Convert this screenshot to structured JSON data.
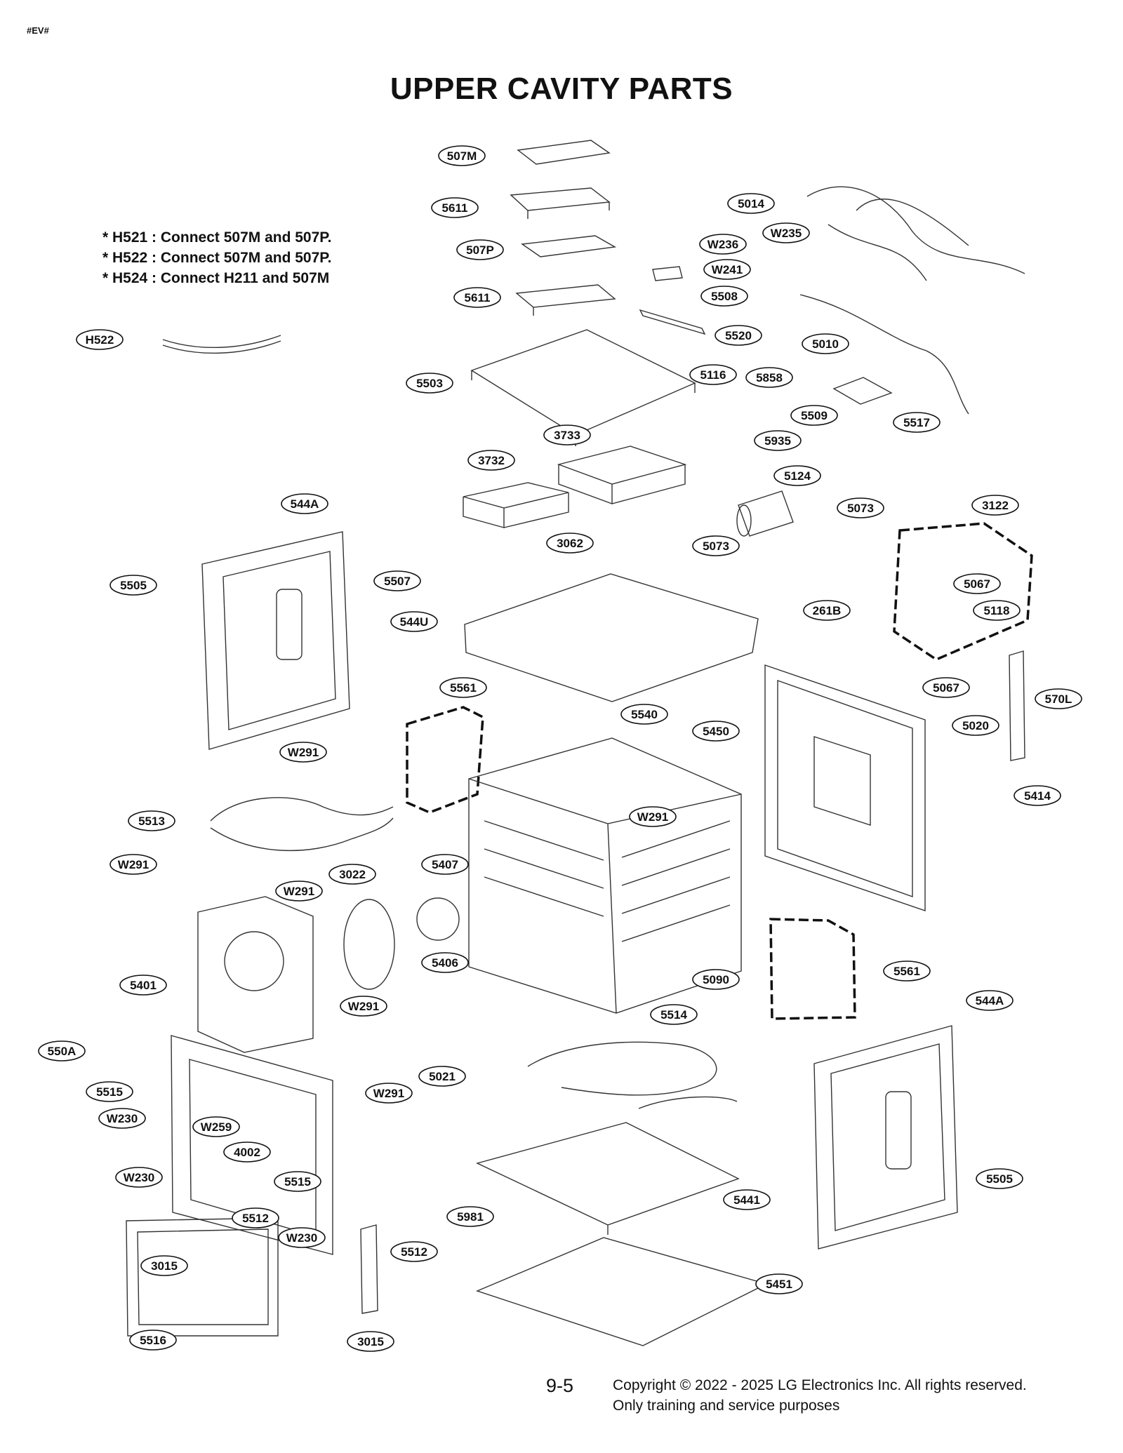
{
  "header": {
    "tag": "#EV#",
    "title": "UPPER CAVITY PARTS"
  },
  "notes": [
    "* H521 : Connect 507M and 507P.",
    "* H522 : Connect 507M and 507P.",
    "* H524 : Connect H211 and 507M"
  ],
  "callouts": [
    {
      "id": "c-507M",
      "label": "507M"
    },
    {
      "id": "c-5611a",
      "label": "5611"
    },
    {
      "id": "c-507P",
      "label": "507P"
    },
    {
      "id": "c-5611b",
      "label": "5611"
    },
    {
      "id": "c-5014",
      "label": "5014"
    },
    {
      "id": "c-W235",
      "label": "W235"
    },
    {
      "id": "c-W236",
      "label": "W236"
    },
    {
      "id": "c-W241",
      "label": "W241"
    },
    {
      "id": "c-5508",
      "label": "5508"
    },
    {
      "id": "c-5520",
      "label": "5520"
    },
    {
      "id": "c-5010",
      "label": "5010"
    },
    {
      "id": "c-H522",
      "label": "H522"
    },
    {
      "id": "c-5503",
      "label": "5503"
    },
    {
      "id": "c-5116",
      "label": "5116"
    },
    {
      "id": "c-5858",
      "label": "5858"
    },
    {
      "id": "c-5509",
      "label": "5509"
    },
    {
      "id": "c-5517",
      "label": "5517"
    },
    {
      "id": "c-3733",
      "label": "3733"
    },
    {
      "id": "c-5935",
      "label": "5935"
    },
    {
      "id": "c-3732",
      "label": "3732"
    },
    {
      "id": "c-5124",
      "label": "5124"
    },
    {
      "id": "c-5073a",
      "label": "5073"
    },
    {
      "id": "c-3122",
      "label": "3122"
    },
    {
      "id": "c-544A-top",
      "label": "544A"
    },
    {
      "id": "c-5073b",
      "label": "5073"
    },
    {
      "id": "c-3062",
      "label": "3062"
    },
    {
      "id": "c-5505-left",
      "label": "5505"
    },
    {
      "id": "c-5507",
      "label": "5507"
    },
    {
      "id": "c-5067a",
      "label": "5067"
    },
    {
      "id": "c-261B",
      "label": "261B"
    },
    {
      "id": "c-5118",
      "label": "5118"
    },
    {
      "id": "c-544U",
      "label": "544U"
    },
    {
      "id": "c-5561-top",
      "label": "5561"
    },
    {
      "id": "c-5067b",
      "label": "5067"
    },
    {
      "id": "c-5540",
      "label": "5540"
    },
    {
      "id": "c-570L",
      "label": "570L"
    },
    {
      "id": "c-5450",
      "label": "5450"
    },
    {
      "id": "c-5020",
      "label": "5020"
    },
    {
      "id": "c-W291a",
      "label": "W291"
    },
    {
      "id": "c-5414",
      "label": "5414"
    },
    {
      "id": "c-5513",
      "label": "5513"
    },
    {
      "id": "c-W291b",
      "label": "W291"
    },
    {
      "id": "c-W291c",
      "label": "W291"
    },
    {
      "id": "c-5407",
      "label": "5407"
    },
    {
      "id": "c-3022",
      "label": "3022"
    },
    {
      "id": "c-W291d",
      "label": "W291"
    },
    {
      "id": "c-5406",
      "label": "5406"
    },
    {
      "id": "c-5401",
      "label": "5401"
    },
    {
      "id": "c-5561-bottom",
      "label": "5561"
    },
    {
      "id": "c-5090",
      "label": "5090"
    },
    {
      "id": "c-W291e",
      "label": "W291"
    },
    {
      "id": "c-544A-bottom",
      "label": "544A"
    },
    {
      "id": "c-5514",
      "label": "5514"
    },
    {
      "id": "c-550A",
      "label": "550A"
    },
    {
      "id": "c-5021",
      "label": "5021"
    },
    {
      "id": "c-5515a",
      "label": "5515"
    },
    {
      "id": "c-W291f",
      "label": "W291"
    },
    {
      "id": "c-W230a",
      "label": "W230"
    },
    {
      "id": "c-W259",
      "label": "W259"
    },
    {
      "id": "c-4002",
      "label": "4002"
    },
    {
      "id": "c-5515b",
      "label": "5515"
    },
    {
      "id": "c-W230b",
      "label": "W230"
    },
    {
      "id": "c-5505-right",
      "label": "5505"
    },
    {
      "id": "c-5441",
      "label": "5441"
    },
    {
      "id": "c-5512a",
      "label": "5512"
    },
    {
      "id": "c-5981",
      "label": "5981"
    },
    {
      "id": "c-W230c",
      "label": "W230"
    },
    {
      "id": "c-5512b",
      "label": "5512"
    },
    {
      "id": "c-3015a",
      "label": "3015"
    },
    {
      "id": "c-5451",
      "label": "5451"
    },
    {
      "id": "c-5516",
      "label": "5516"
    },
    {
      "id": "c-3015b",
      "label": "3015"
    }
  ],
  "footer": {
    "page": "9-5",
    "copyright": "Copyright © 2022 - 2025 LG Electronics Inc. All rights reserved.",
    "note": "Only training and service purposes"
  }
}
